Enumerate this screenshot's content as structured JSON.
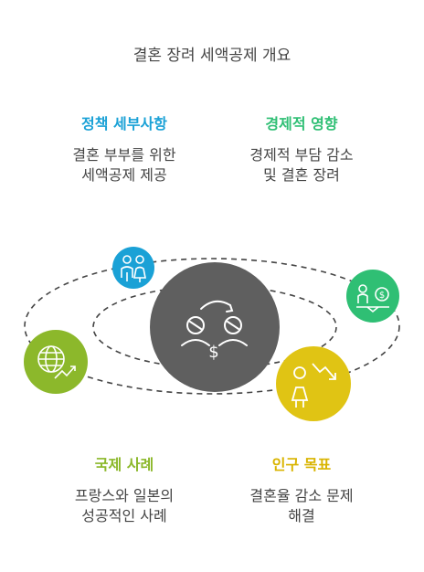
{
  "title": "결혼 장려 세액공제 개요",
  "sections": {
    "policy": {
      "heading": "정책 세부사항",
      "body_lines": [
        "결혼 부부를 위한",
        "세액공제 제공"
      ],
      "color": "#1aa1d6"
    },
    "economy": {
      "heading": "경제적 영향",
      "body_lines": [
        "경제적 부담 감소",
        "및 결혼 장려"
      ],
      "color": "#2fbf74"
    },
    "intl": {
      "heading": "국제 사례",
      "body_lines": [
        "프랑스와 일본의",
        "성공적인 사례"
      ],
      "color": "#8cb82b"
    },
    "pop": {
      "heading": "인구 목표",
      "body_lines": [
        "결혼율 감소 문제",
        "해결"
      ],
      "color": "#e0b800"
    }
  },
  "diagram": {
    "center_color": "#5f5f5f",
    "nodes": {
      "couple": {
        "icon": "couple-icon",
        "color": "#1aa1d6"
      },
      "economy": {
        "icon": "scale-money-icon",
        "color": "#2fbf74"
      },
      "globe": {
        "icon": "globe-growth-icon",
        "color": "#8cb82b"
      },
      "decline": {
        "icon": "woman-decline-icon",
        "color": "#e0c414"
      }
    }
  }
}
